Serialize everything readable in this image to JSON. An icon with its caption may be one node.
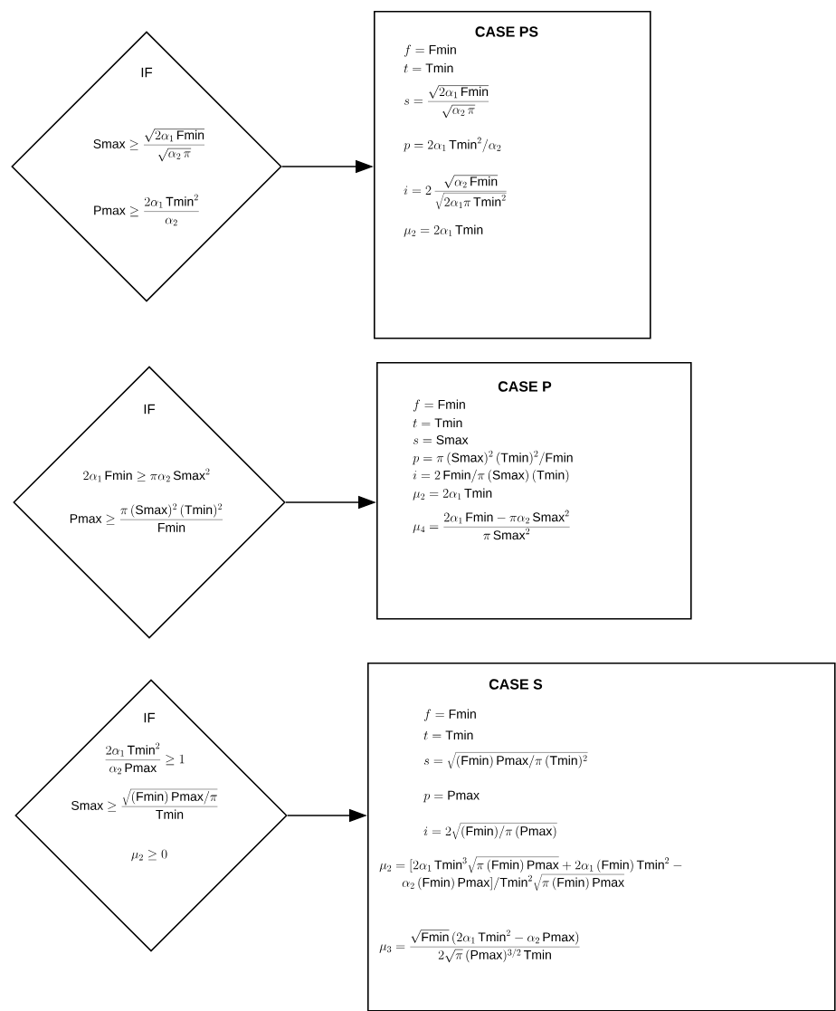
{
  "diagram": {
    "nodes": [
      {
        "text": [
          "IF",
          "\\mathrm{Smax} \\geq \\frac{\\sqrt{2\\alpha_1\\,\\mathrm{Fmin}}}{\\sqrt{\\alpha_2\\,\\pi}}",
          "\\mathrm{Pmax} \\geq \\frac{2\\alpha_1\\,\\mathrm{Tmin}^2}{\\alpha_2}"
        ]
      },
      {
        "text": [
          "CASE PS",
          "f = \\mathrm{Fmin}",
          "t = \\mathrm{Tmin}",
          "s = \\frac{\\sqrt{2\\alpha_1\\,\\mathrm{Fmin}}}{\\sqrt{\\alpha_2\\,\\pi}}",
          "p = 2\\alpha_1\\,\\mathrm{Tmin}^2/\\alpha_2",
          "i = 2\\,\\frac{\\sqrt{\\alpha_2\\,\\mathrm{Fmin}}}{\\sqrt{2\\alpha_1\\pi\\,\\mathrm{Tmin}^2}}",
          "\\mu_2 = 2\\alpha_1\\,\\mathrm{Tmin}"
        ]
      },
      {
        "text": [
          "IF",
          "2\\alpha_1\\,\\mathrm{Fmin} \\geq \\pi\\alpha_2\\,\\mathrm{Smax}^2",
          "\\mathrm{Pmax} \\geq \\frac{\\pi\\,(\\mathrm{Smax})^2\\,(\\mathrm{Tmin})^2}{\\mathrm{Fmin}}"
        ]
      },
      {
        "text": [
          "CASE P",
          "f = \\mathrm{Fmin}",
          "t = \\mathrm{Tmin}",
          "s = \\mathrm{Smax}",
          "p = \\pi\\,(\\mathrm{Smax})^2\\,(\\mathrm{Tmin})^2/\\mathrm{Fmin}",
          "i = 2\\,\\mathrm{Fmin}/\\pi\\,(\\mathrm{Smax})\\,(\\mathrm{Tmin})",
          "\\mu_2 = 2\\alpha_1\\,\\mathrm{Tmin}",
          "\\mu_4 = \\frac{2\\alpha_1\\,\\mathrm{Fmin} - \\pi\\alpha_2\\,\\mathrm{Smax}^2}{\\pi\\,\\mathrm{Smax}^2}"
        ]
      },
      {
        "text": [
          "IF",
          "\\frac{2\\alpha_1\\,\\mathrm{Tmin}^2}{\\alpha_2\\,\\mathrm{Pmax}} \\geq 1",
          "\\mathrm{Smax} \\geq \\frac{\\sqrt{(\\mathrm{Fmin})\\,\\mathrm{Pmax}/\\pi}}{\\mathrm{Tmin}}",
          "\\mu_2 \\geq 0"
        ]
      },
      {
        "text": [
          "CASE S",
          "f = \\mathrm{Fmin}",
          "t = \\mathrm{Tmin}",
          "s = \\sqrt{(\\mathrm{Fmin})\\,\\mathrm{Pmax}/\\pi\\,(\\mathrm{Tmin})^2}",
          "p = \\mathrm{Pmax}",
          "i = 2\\sqrt{(\\mathrm{Fmin})/\\pi\\,(\\mathrm{Pmax})}",
          "\\mu_2 = [2\\alpha_1\\,\\mathrm{Tmin}^3\\sqrt{\\pi\\,(\\mathrm{Fmin})\\,\\mathrm{Pmax}} + 2\\alpha_1\\,(\\mathrm{Fmin})\\,\\mathrm{Tmin}^2 - \\alpha_2\\,(\\mathrm{Fmin})\\,\\mathrm{Pmax}]/\\mathrm{Tmin}^2\\sqrt{\\pi\\,(\\mathrm{Fmin})\\,\\mathrm{Pmax}}",
          "\\mu_3 = \\frac{\\sqrt{\\mathrm{Fmin}}\\,(2\\alpha_1\\,\\mathrm{Tmin}^2 - \\alpha_2\\,\\mathrm{Pmax})}{2\\sqrt{\\pi}\\,(\\mathrm{Pmax})^{3/2}\\,\\mathrm{Tmin}}"
        ]
      }
    ],
    "edges": [
      {
        "from": 0,
        "to": 1,
        "arrow": "to"
      },
      {
        "from": 2,
        "to": 3,
        "arrow": "to"
      },
      {
        "from": 4,
        "to": 5,
        "arrow": "to"
      }
    ]
  }
}
